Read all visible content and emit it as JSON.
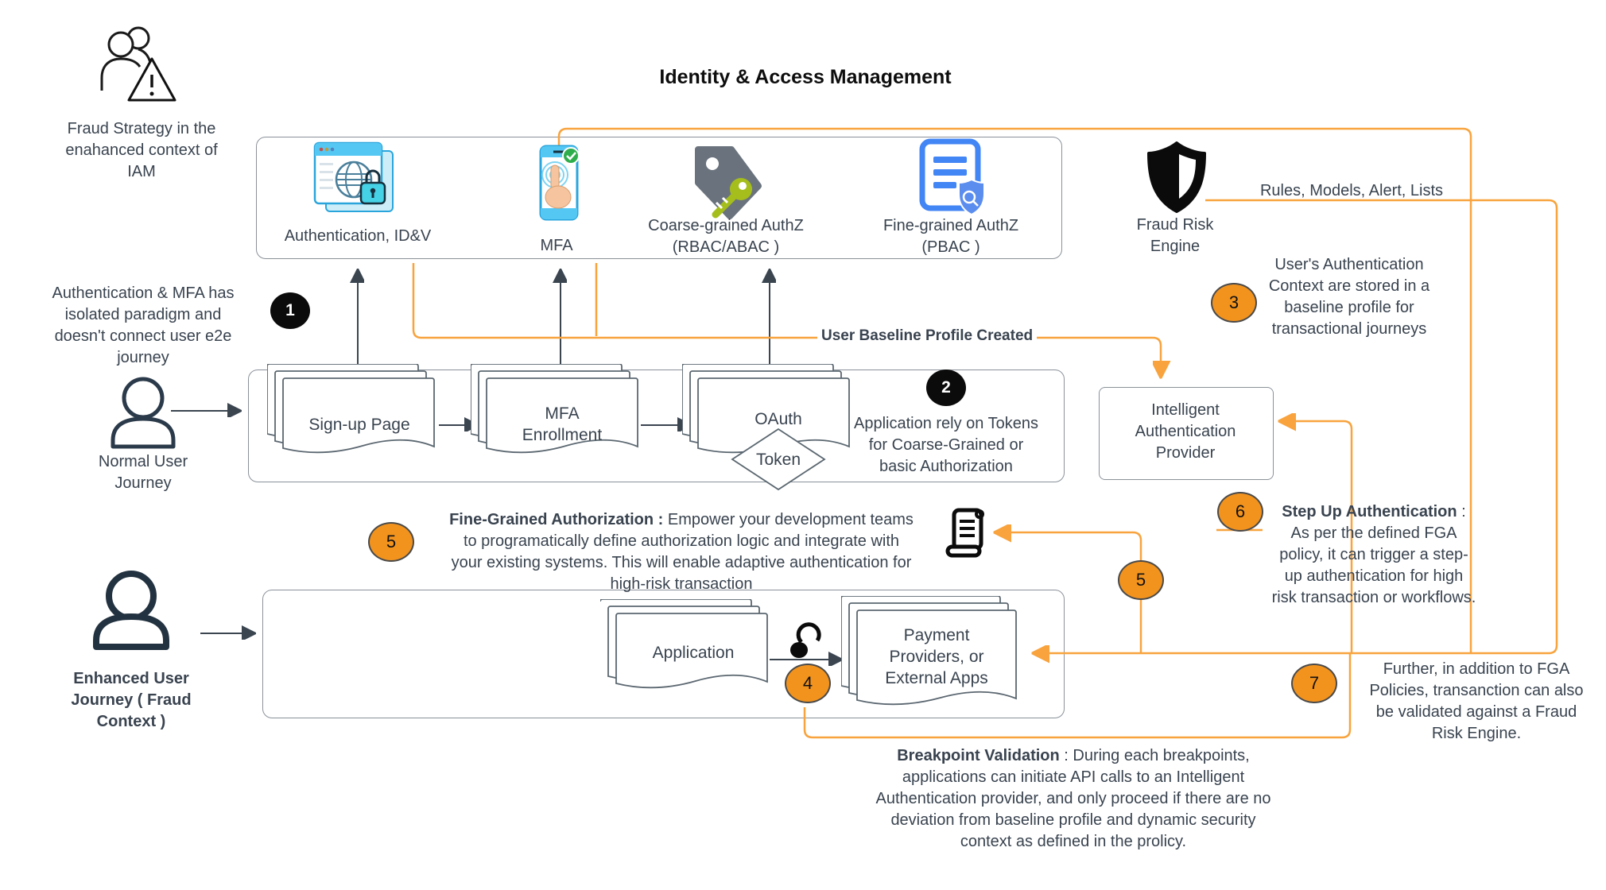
{
  "colors": {
    "accent_orange": "#F8A33D",
    "badge_orange": "#F2931E",
    "badge_black": "#0B0B0B",
    "text_dark": "#39434F",
    "border_gray": "#8A9199"
  },
  "title": "Identity & Access Management",
  "fraud_strategy": {
    "caption_lines": [
      "Fraud Strategy in the",
      "enahanced context of",
      "IAM"
    ]
  },
  "iam_box": {
    "auth": {
      "label": "Authentication, ID&V"
    },
    "mfa": {
      "label": "MFA"
    },
    "coarse": {
      "label_lines": [
        "Coarse-grained AuthZ",
        "(RBAC/ABAC )"
      ]
    },
    "fine": {
      "label_lines": [
        "Fine-grained AuthZ",
        "(PBAC )"
      ]
    }
  },
  "fraud_engine": {
    "label_lines": [
      "Fraud Risk",
      "Engine"
    ],
    "note": "Rules, Models, Alert, Lists"
  },
  "normal_journey": {
    "note_lines": [
      "Authentication & MFA has",
      "isolated paradigm and",
      "doesn't connect user e2e",
      "journey"
    ],
    "label_lines": [
      "Normal User",
      "Journey"
    ]
  },
  "enhanced_journey": {
    "label_lines": [
      "Enhanced User",
      "Journey ( Fraud",
      "Context )"
    ]
  },
  "flow_top": {
    "signup": "Sign-up Page",
    "mfa_lines": [
      "MFA",
      "Enrollment"
    ],
    "oauth": "OAuth",
    "token": "Token"
  },
  "flow_bottom": {
    "application": "Application",
    "payment_lines": [
      "Payment",
      "Providers, or",
      "External Apps"
    ]
  },
  "iap": {
    "label_lines": [
      "Intelligent",
      "Authentication",
      "Provider"
    ]
  },
  "connector_label": "User Baseline Profile Created",
  "badges": {
    "b1": "1",
    "b2": "2",
    "b3": "3",
    "b4": "4",
    "b5_left": "5",
    "b5_right": "5",
    "b6": "6",
    "b7": "7"
  },
  "notes": {
    "n2_lines": [
      "Application rely on Tokens",
      "for Coarse-Grained or",
      "basic Authorization"
    ],
    "n3_lines": [
      "User's Authentication",
      "Context are stored in a",
      "baseline profile for",
      "transactional journeys"
    ],
    "n5": {
      "bold": "Fine-Grained Authorization :",
      "rest": " Empower your development teams to programatically define authorization logic and integrate with your existing systems. This will enable adaptive authentication for high-risk transaction"
    },
    "n6": {
      "bold": "Step Up Authentication",
      "rest": " : As per the defined FGA policy, it can trigger a step-up authentication for high risk transaction or workflows."
    },
    "n7": "Further, in addition to FGA Policies, transanction can also be validated against a Fraud Risk Engine.",
    "breakpoint": {
      "bold": "Breakpoint Validation",
      "rest": " : During each breakpoints, applications can initiate API calls to an Intelligent Authentication provider, and only proceed if there are no deviation from baseline profile and dynamic security context as defined in the prolicy."
    }
  }
}
